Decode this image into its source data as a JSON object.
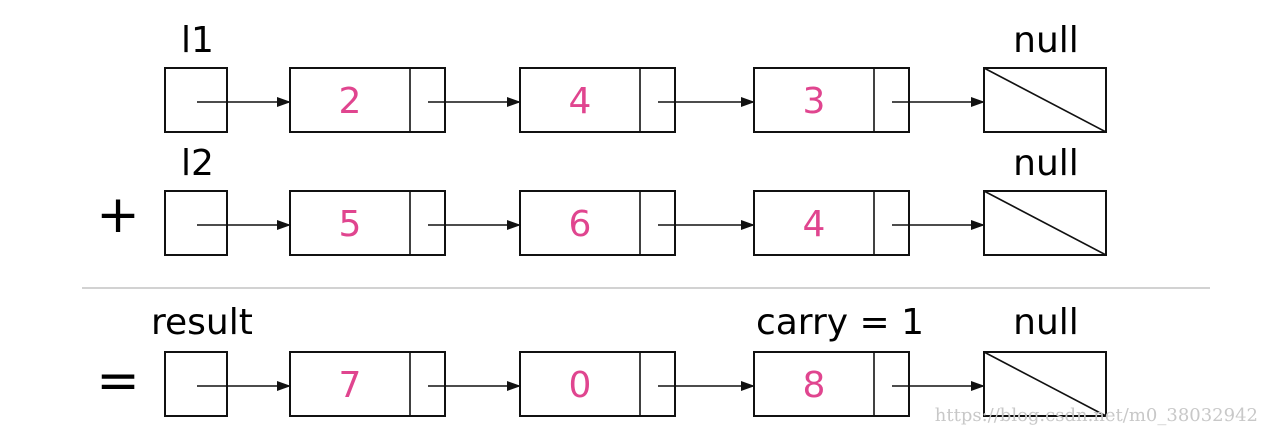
{
  "colors": {
    "value_text": "#e0458f",
    "stroke": "#111111",
    "separator": "#b8b8b8",
    "watermark": "#c8c8c8"
  },
  "rows": [
    {
      "id": "l1",
      "head_label": "l1",
      "operator": "",
      "values": [
        "2",
        "4",
        "3"
      ],
      "null_label": "null"
    },
    {
      "id": "l2",
      "head_label": "l2",
      "operator": "+",
      "values": [
        "5",
        "6",
        "4"
      ],
      "null_label": "null"
    },
    {
      "id": "result",
      "head_label": "result",
      "operator": "=",
      "values": [
        "7",
        "0",
        "8"
      ],
      "null_label": "null"
    }
  ],
  "carry_label": "carry = 1",
  "watermark": "https://blog.csdn.net/m0_38032942"
}
